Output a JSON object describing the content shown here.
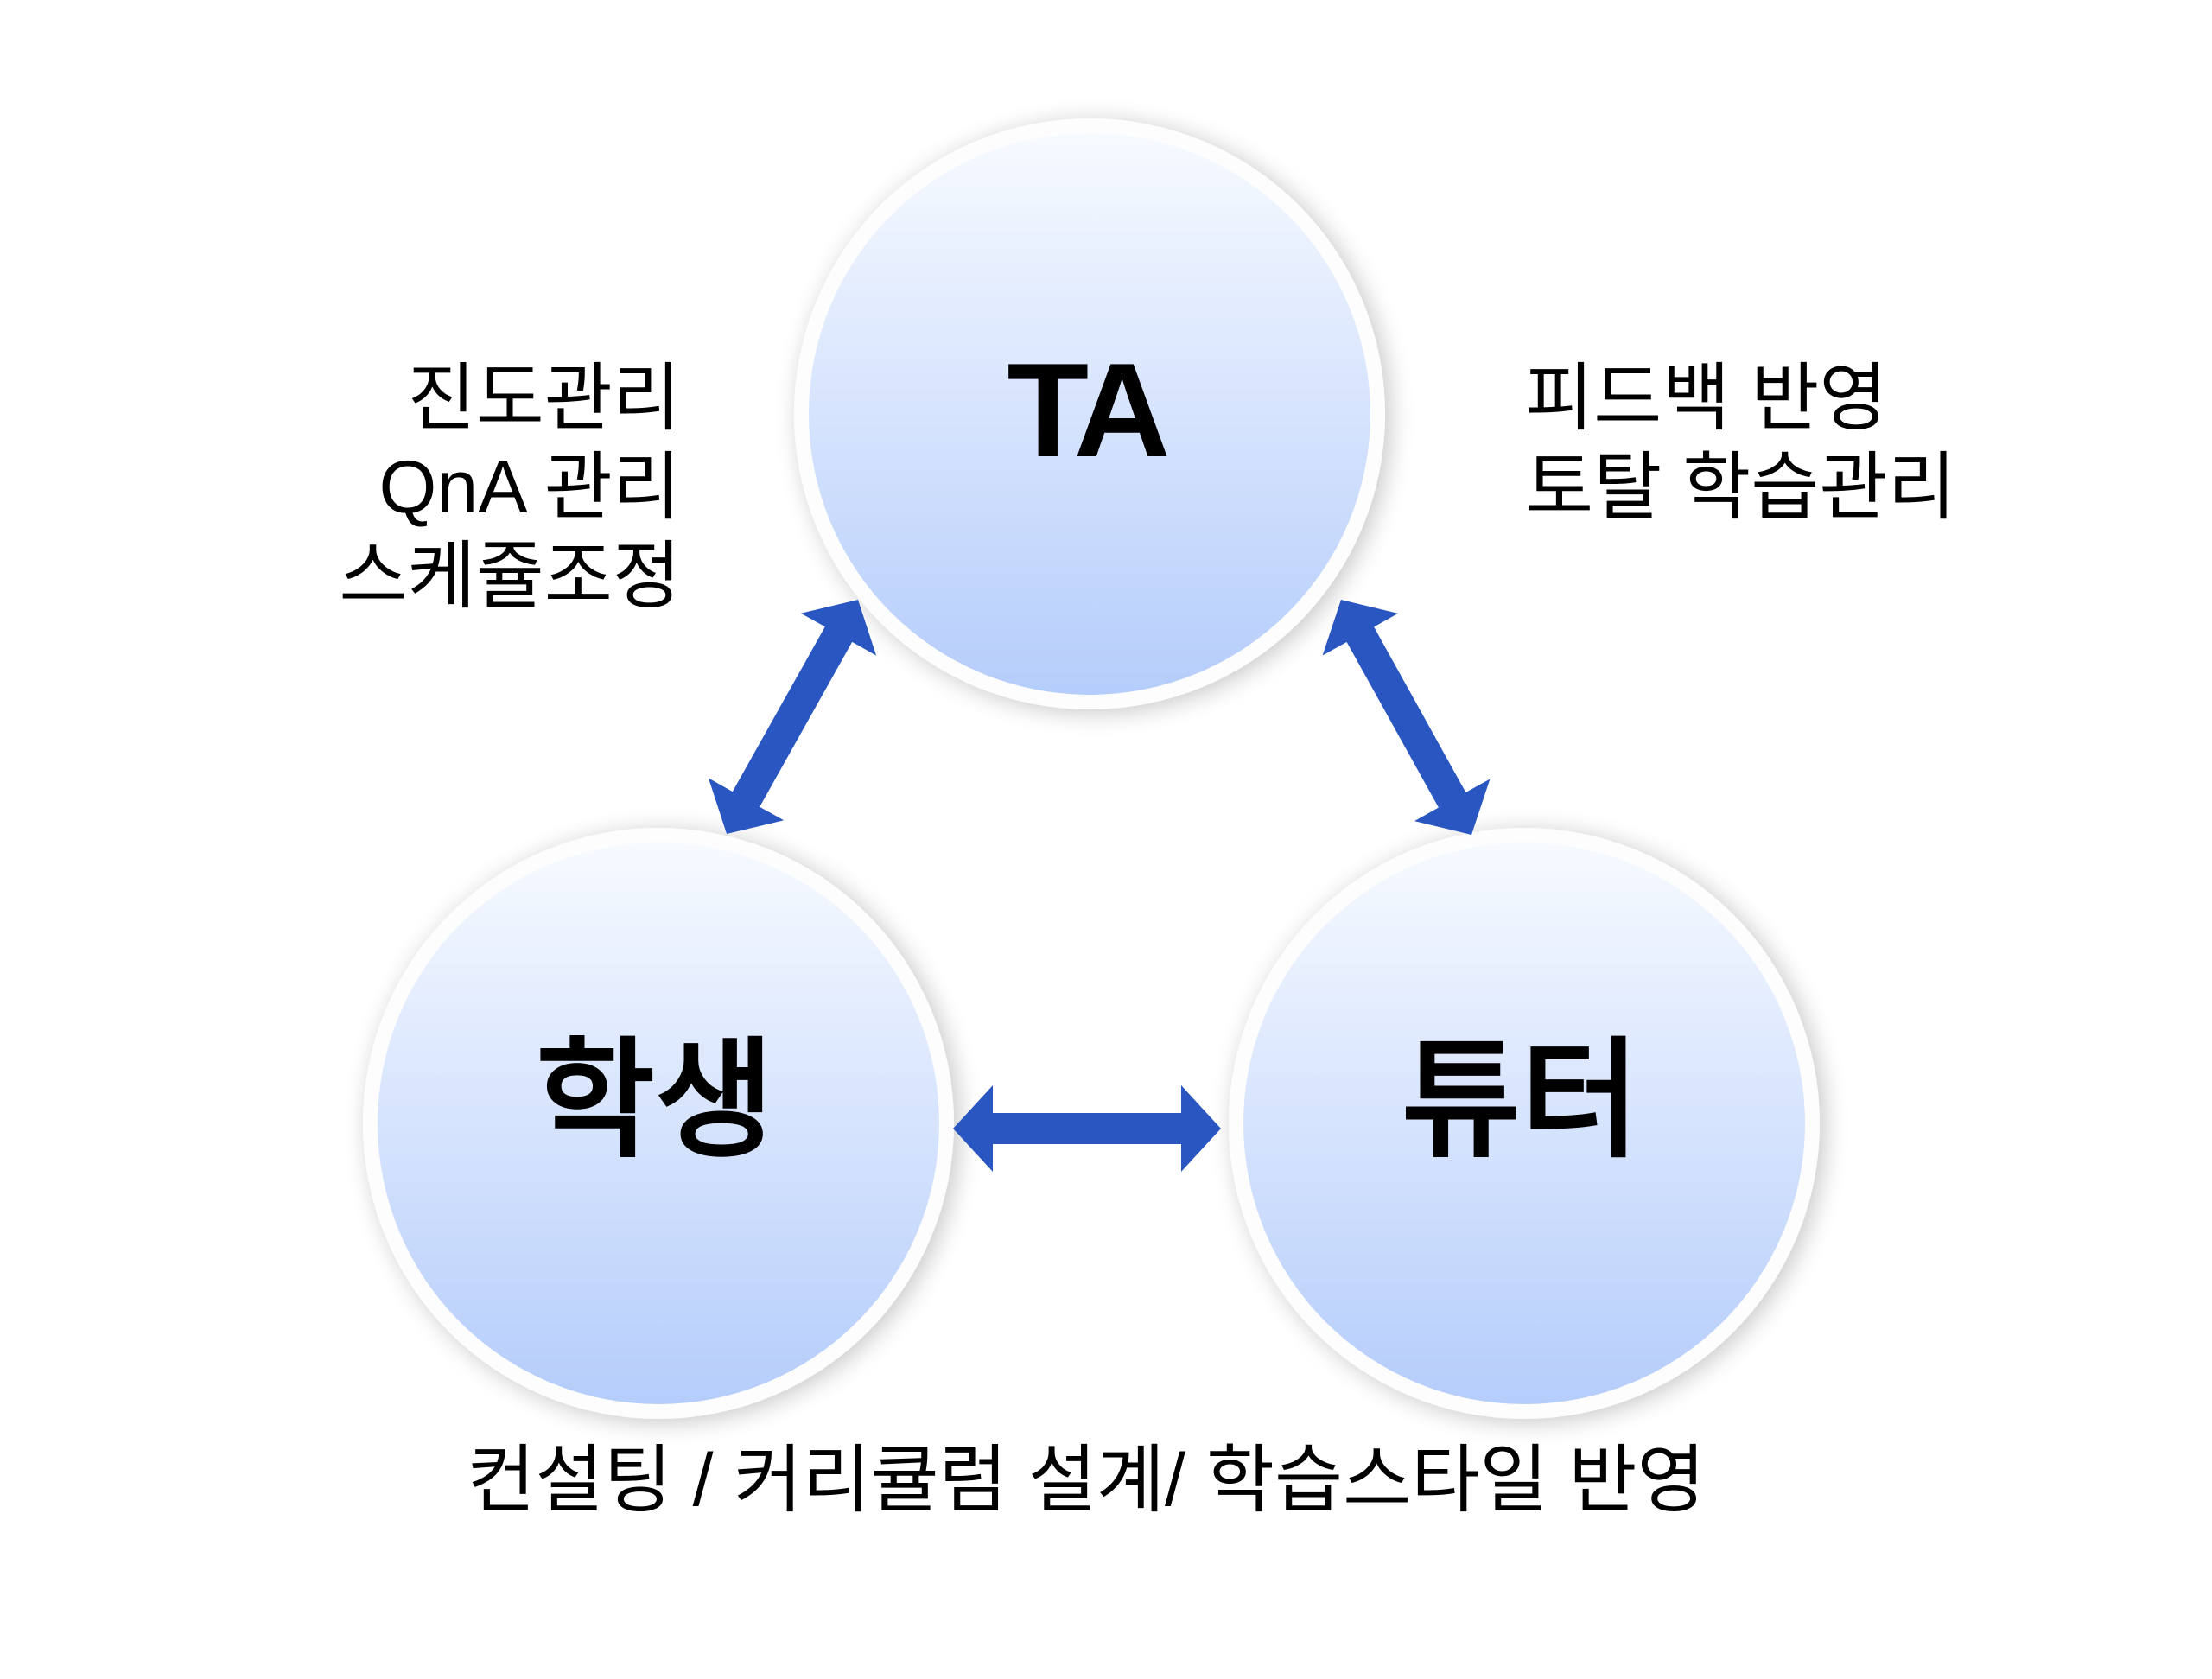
{
  "diagram": {
    "nodes": [
      {
        "id": "ta",
        "label": "TA"
      },
      {
        "id": "student",
        "label": "학생"
      },
      {
        "id": "tutor",
        "label": "튜터"
      }
    ],
    "edges": [
      {
        "from": "ta",
        "to": "student",
        "direction": "both"
      },
      {
        "from": "ta",
        "to": "tutor",
        "direction": "both"
      },
      {
        "from": "student",
        "to": "tutor",
        "direction": "both"
      }
    ],
    "notes": {
      "ta_student": [
        "진도관리",
        "QnA 관리",
        "스케쥴조정"
      ],
      "ta_tutor": [
        "피드백 반영",
        "토탈 학습관리"
      ],
      "student_tutor": "컨설팅 / 커리큘럼 설계/ 학습스타일 반영"
    }
  },
  "colors": {
    "arrow": "#2a56c1",
    "circle_top": "#f7faff",
    "circle_bottom": "#b5cdfb",
    "circle_rim": "#fdfdfd",
    "text": "#000000"
  }
}
